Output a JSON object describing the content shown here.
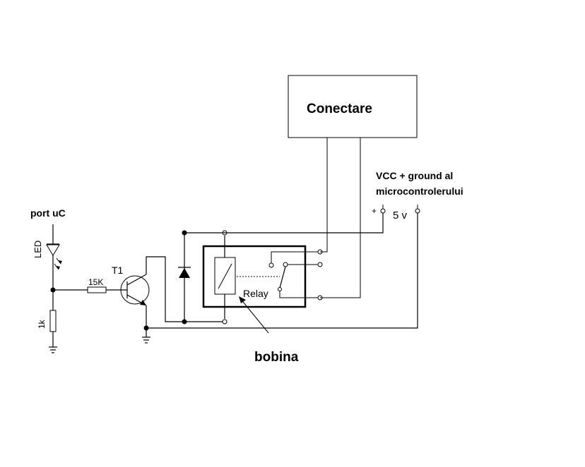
{
  "labels": {
    "conectare": "Conectare",
    "vcc_line1": "VCC + ground al",
    "vcc_line2": "microcontrolerului",
    "port": "port uC",
    "led": "LED",
    "resistor_base": "15K",
    "transistor": "T1",
    "resistor_pulldown": "1k",
    "relay": "Relay",
    "bobina": "bobina",
    "plus": "+",
    "five_v": "5 v"
  }
}
